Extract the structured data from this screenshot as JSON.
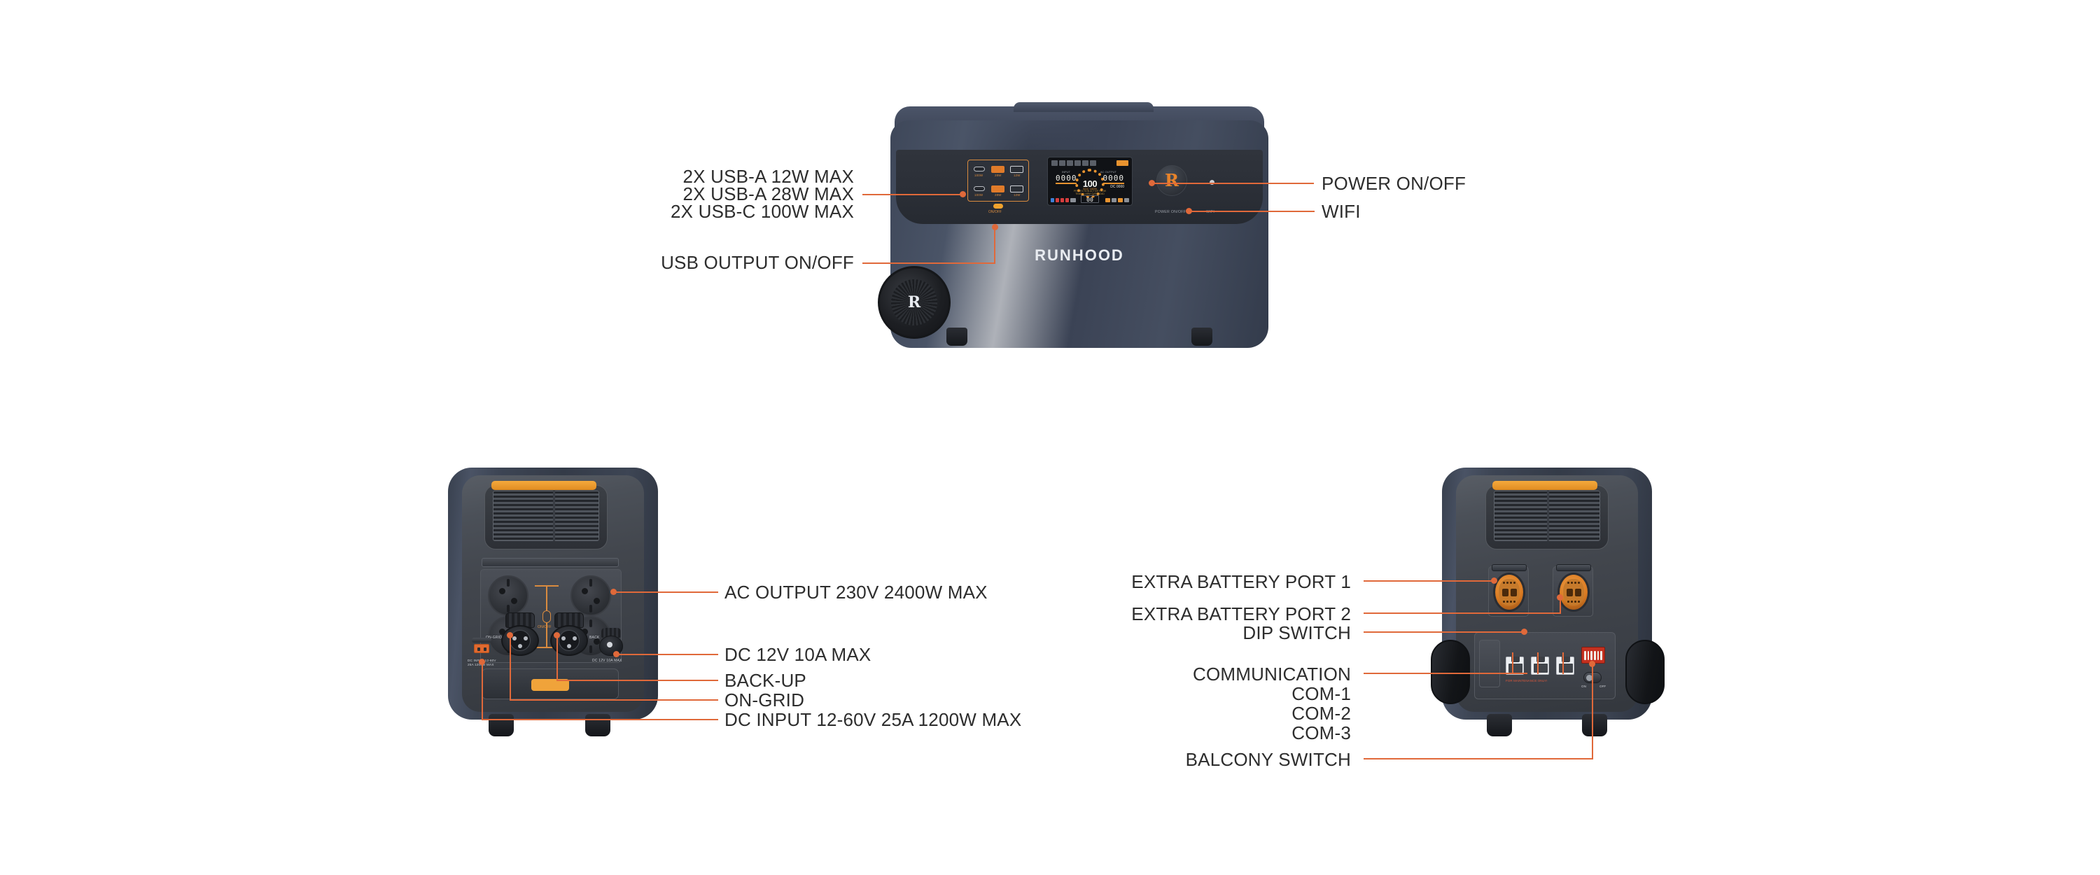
{
  "brand": "RUNHOOD",
  "colors": {
    "accent": "#e0693a",
    "panel_orange": "#f0a33a",
    "label_text": "#2d2d2d",
    "body": "#3d4554"
  },
  "units": {
    "front": {
      "name": "front-angled-view",
      "brand_text": "RUNHOOD",
      "wheel_logo": "R",
      "power_button_logo": "R",
      "usb_ports": [
        {
          "type": "usb-c",
          "rating": "100W"
        },
        {
          "type": "usb-a",
          "rating": "28W"
        },
        {
          "type": "usb-a",
          "rating": "12W"
        },
        {
          "type": "usb-c",
          "rating": "100W"
        },
        {
          "type": "usb-a",
          "rating": "28W"
        },
        {
          "type": "usb-a",
          "rating": "12W"
        }
      ],
      "usb_onoff_label": "ON/OFF",
      "power_label": "POWER ON/OFF",
      "wifi_label": "WIFI",
      "lcd": {
        "percent": "100",
        "percent_symbol": "%",
        "soc_sub": "SOC 100%",
        "input_label": "INPUT",
        "input_value": "0000",
        "output_label": "AC OUTPUT",
        "output_value": "0000",
        "dc_value": "DC 0000",
        "timer": "00",
        "timer_label": "REMAINING TIME",
        "note_line1": "PROTECTION  ACTIVE  FLOW",
        "note_line2": "TEMP  ALARM  OVERLOAD"
      }
    },
    "back_left": {
      "name": "back-view-left",
      "ac_onoff_label": "ON/OFF",
      "ongrid_label": "ON-GRID",
      "backup_label": "BACK",
      "dc12v_label": "DC 12V 10A MAX",
      "dcinput_label_line1": "DC INPUT 12-60V",
      "dcinput_label_line2": "25A 1200W MAX"
    },
    "back_right": {
      "name": "back-view-right",
      "maintenance_note": "FOR MAINTENANCE ONLY!",
      "switch_on": "ON",
      "switch_off": "OFF"
    }
  },
  "callouts": {
    "front_left": [
      {
        "id": "usb-a-12w",
        "text": "2X USB-A 12W MAX"
      },
      {
        "id": "usb-a-28w",
        "text": "2X USB-A 28W MAX"
      },
      {
        "id": "usb-c-100w",
        "text": "2X USB-C 100W MAX"
      },
      {
        "id": "usb-output-onoff",
        "text": "USB OUTPUT ON/OFF"
      }
    ],
    "front_right": [
      {
        "id": "power-onoff",
        "text": "POWER ON/OFF"
      },
      {
        "id": "wifi",
        "text": "WIFI"
      }
    ],
    "back_left": [
      {
        "id": "ac-output",
        "text": "AC OUTPUT 230V  2400W MAX"
      },
      {
        "id": "dc-12v",
        "text": "DC 12V 10A MAX"
      },
      {
        "id": "back-up",
        "text": "BACK-UP"
      },
      {
        "id": "on-grid",
        "text": "ON-GRID"
      },
      {
        "id": "dc-input",
        "text": "DC INPUT 12-60V 25A 1200W MAX"
      }
    ],
    "back_right": [
      {
        "id": "extra-battery-1",
        "text": "EXTRA BATTERY PORT 1"
      },
      {
        "id": "extra-battery-2",
        "text": "EXTRA BATTERY PORT 2"
      },
      {
        "id": "dip-switch",
        "text": "DIP SWITCH"
      },
      {
        "id": "communication",
        "text": "COMMUNICATION"
      },
      {
        "id": "com-1",
        "text": "COM-1"
      },
      {
        "id": "com-2",
        "text": "COM-2"
      },
      {
        "id": "com-3",
        "text": "COM-3"
      },
      {
        "id": "balcony-switch",
        "text": "BALCONY SWITCH"
      }
    ]
  }
}
